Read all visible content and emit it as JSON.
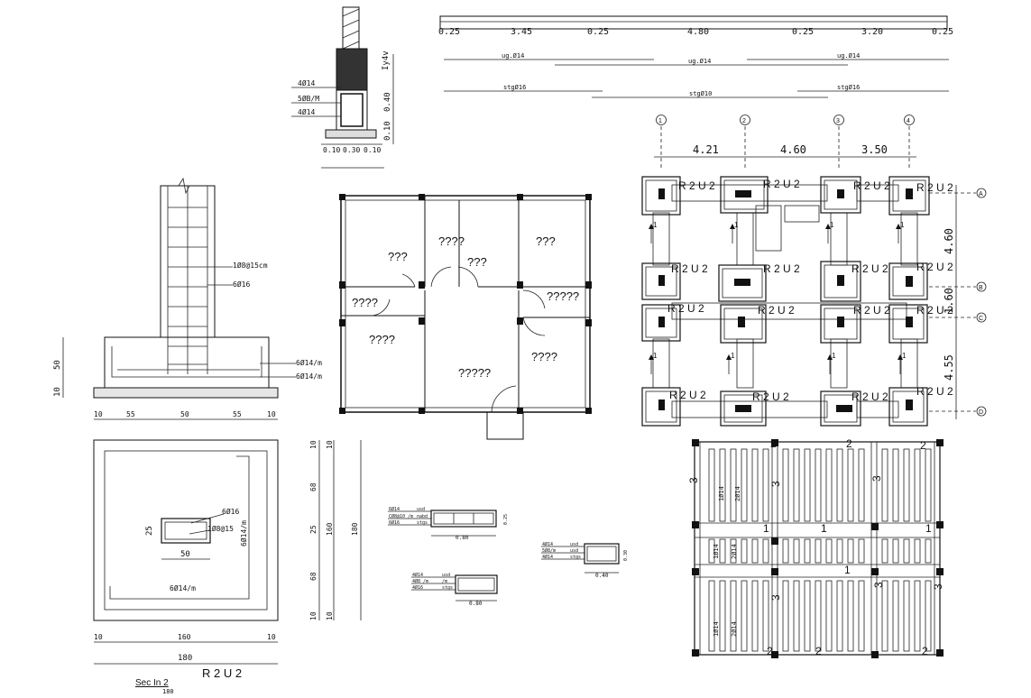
{
  "top_section": {
    "labels": [
      "4Ø14",
      "5ØB/M",
      "4Ø14"
    ],
    "dims_v": [
      "0.40",
      "0.10"
    ],
    "dims_h": [
      "0.10",
      "0.30",
      "0.10"
    ],
    "side_text": "Iy4v"
  },
  "top_beam": {
    "dims": [
      "0.25",
      "3.45",
      "0.25",
      "4.80",
      "0.25",
      "3.20",
      "0.25"
    ],
    "bar_labels_top": [
      "ug.Ø14",
      "ug.Ø14",
      "ug.Ø14"
    ],
    "bar_labels_bottom": [
      "stgØ16",
      "stgØ10",
      "stgØ16"
    ]
  },
  "footing_section": {
    "labels": [
      "1Ø8@15cm",
      "6Ø16",
      "6Ø14/m",
      "6Ø14/m"
    ],
    "dims_v": [
      "50",
      "10"
    ],
    "dims_h": [
      "10",
      "55",
      "50",
      "55",
      "10"
    ]
  },
  "footing_plan": {
    "labels": [
      "6Ø16",
      "1Ø8@15",
      "6Ø14/m",
      "6Ø14/m"
    ],
    "dims": [
      "25",
      "50"
    ],
    "bottom_dims": [
      "10",
      "160",
      "10",
      "180"
    ],
    "caption": "R 2  U 2",
    "sec_title": "Sec In 2",
    "sec_sub": "180"
  },
  "vertical_dims": {
    "a": [
      "10",
      "68",
      "25",
      "68",
      "10"
    ],
    "b": [
      "160",
      "180"
    ]
  },
  "floor_plan": {
    "rooms": [
      "???",
      "????",
      "???",
      "???",
      "????",
      "?????",
      "????",
      "?????",
      "????"
    ]
  },
  "beam_sections": [
    {
      "rows": [
        "6Ø14",
        "CØ8@10 /m",
        "6Ø16"
      ],
      "tags": [
        "usd",
        "nabd",
        "stgs"
      ],
      "dim": "0.80",
      "side": "0.25"
    },
    {
      "rows": [
        "4Ø14",
        "5Ø8/m",
        "4Ø14"
      ],
      "tags": [
        "usd",
        "usd",
        "stgs"
      ],
      "dim": "0.40",
      "side": "0.30"
    },
    {
      "rows": [
        "4Ø14",
        "4Ø8 /m",
        "4Ø16"
      ],
      "tags": [
        "usd",
        "/m",
        "stgs"
      ],
      "dim": "0.80",
      "side": ""
    }
  ],
  "foundation_plan": {
    "axes_top": [
      "1",
      "2",
      "3",
      "4"
    ],
    "axes_side": [
      "A",
      "B",
      "C",
      "D"
    ],
    "dims_top": [
      "4.21",
      "4.60",
      "3.50"
    ],
    "dims_side": [
      "4.60",
      "1.60",
      "4.55"
    ],
    "tag": "R 2  U 2",
    "arrow_label": "1"
  },
  "slab_plan": {
    "labels": [
      "2",
      "2",
      "2",
      "3",
      "3",
      "3",
      "1",
      "1",
      "1",
      "1",
      "3",
      "3",
      "3",
      "2",
      "2",
      "2"
    ],
    "bar_labels": [
      "1Ø14",
      "2Ø14",
      "1Ø14",
      "2Ø14",
      "1Ø14",
      "2Ø14"
    ]
  }
}
